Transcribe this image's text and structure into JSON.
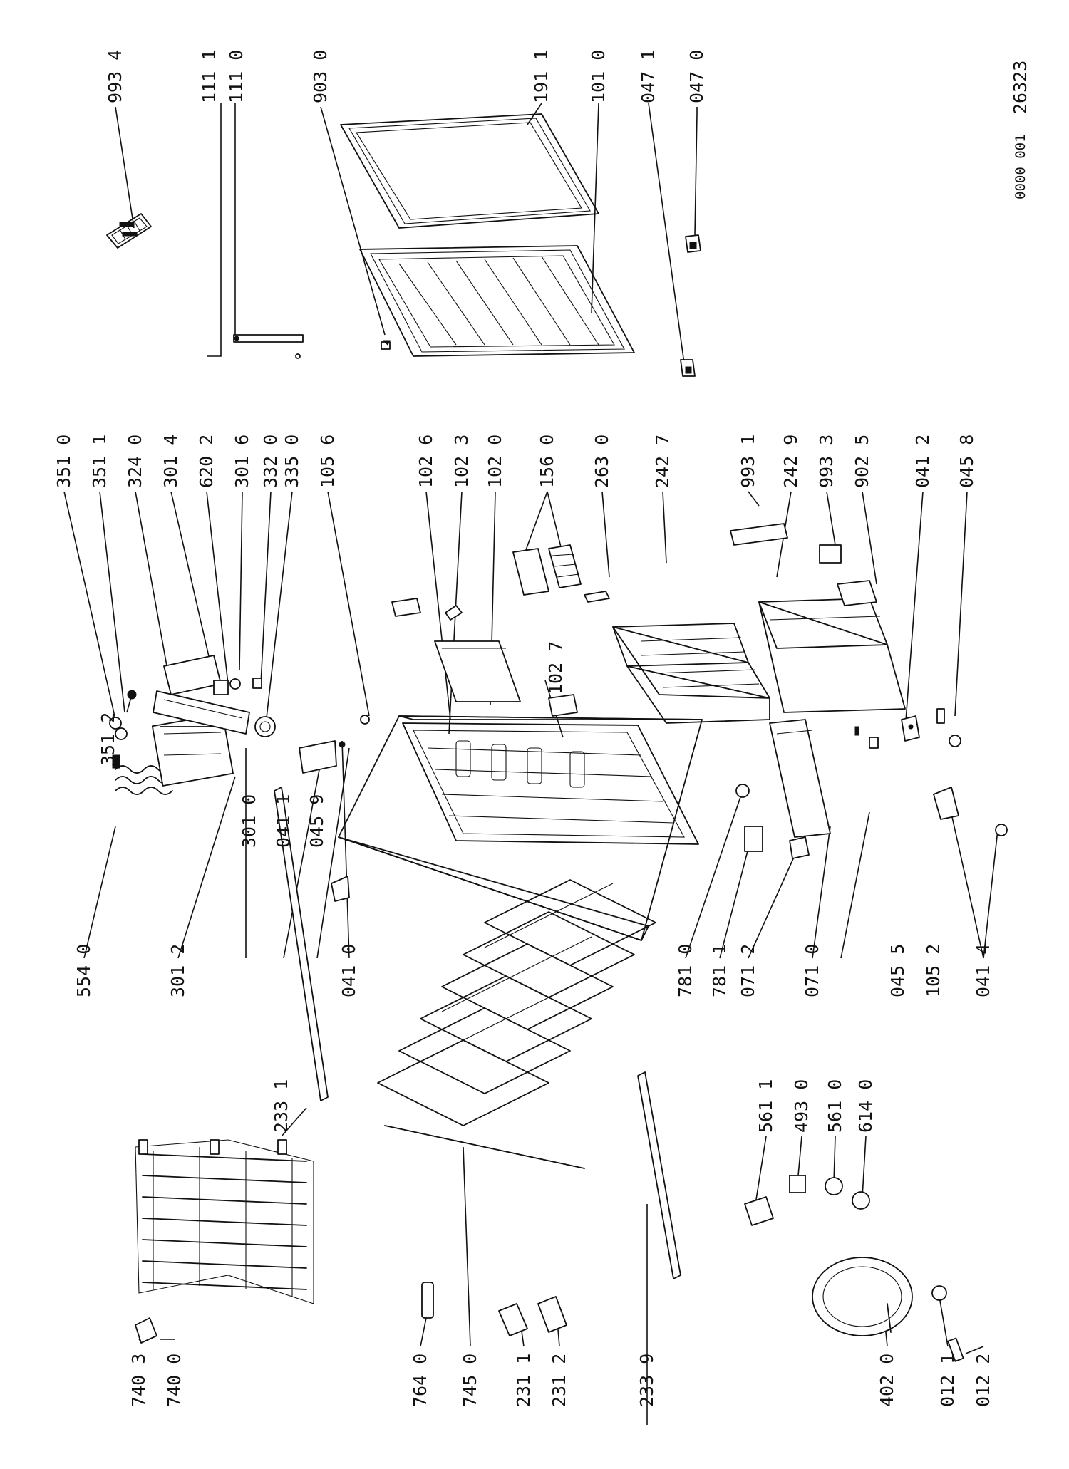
{
  "document": {
    "doc_number": "0000 001",
    "figure_number": "26323"
  },
  "labels": {
    "p9934": "993 4",
    "p1111": "111 1",
    "p1110": "111 0",
    "p9030": "903 0",
    "p1911": "191 1",
    "p1010": "101 0",
    "p0471": "047 1",
    "p0470": "047 0",
    "p3510": "351 0",
    "p3511": "351 1",
    "p3240": "324 0",
    "p3014": "301 4",
    "p6202": "620 2",
    "p3016": "301 6",
    "p3320": "332 0",
    "p3350": "335 0",
    "p1056": "105 6",
    "p1026": "102 6",
    "p1023": "102 3",
    "p1020": "102 0",
    "p1560": "156 0",
    "p2630": "263 0",
    "p2427": "242 7",
    "p9931": "993 1",
    "p2429": "242 9",
    "p9933": "993 3",
    "p9025": "902 5",
    "p0412": "041 2",
    "p0458": "045 8",
    "p3512": "351 2",
    "p1027": "102 7",
    "p5540": "554 0",
    "p3012": "301 2",
    "p3010": "301 0",
    "p0411": "041 1",
    "p0459": "045 9",
    "p0410": "041 0",
    "p7810": "781 0",
    "p7811": "781 1",
    "p0712": "071 2",
    "p0710": "071 0",
    "p0455": "045 5",
    "p1052": "105 2",
    "p0414": "041 4",
    "p2331": "233 1",
    "p5611": "561 1",
    "p4930": "493 0",
    "p5610": "561 0",
    "p6140": "614 0",
    "p7403": "740 3",
    "p7400": "740 0",
    "p7640": "764 0",
    "p7450": "745 0",
    "p2311": "231 1",
    "p2312": "231 2",
    "p2339": "233 9",
    "p4020": "402 0",
    "p0121": "012 1",
    "p0122": "012 2"
  }
}
